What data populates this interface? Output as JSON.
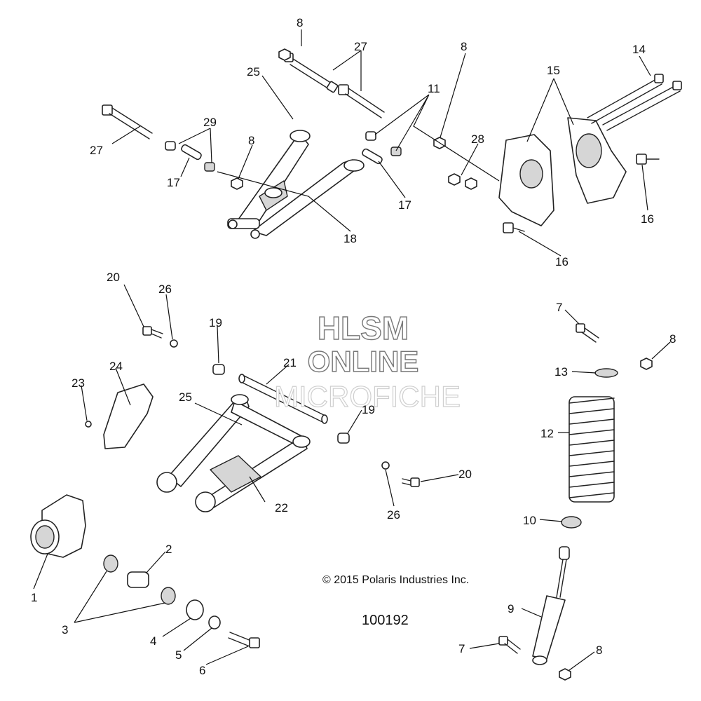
{
  "watermark": {
    "line1": "HLSM",
    "line2": "ONLINE",
    "line3": "MICROFICHE"
  },
  "copyright": "© 2015 Polaris Industries Inc.",
  "drawing_number": "100192",
  "callouts": {
    "c1": "1",
    "c2": "2",
    "c3": "3",
    "c4": "4",
    "c5": "5",
    "c6": "6",
    "c7a": "7",
    "c7b": "7",
    "c8a": "8",
    "c8b": "8",
    "c8c": "8",
    "c8d": "8",
    "c8e": "8",
    "c9": "9",
    "c10": "10",
    "c11": "11",
    "c12": "12",
    "c13": "13",
    "c14": "14",
    "c15": "15",
    "c16a": "16",
    "c16b": "16",
    "c17a": "17",
    "c17b": "17",
    "c18": "18",
    "c19a": "19",
    "c19b": "19",
    "c20a": "20",
    "c20b": "20",
    "c21": "21",
    "c22": "22",
    "c23": "23",
    "c24": "24",
    "c25a": "25",
    "c25b": "25",
    "c26a": "26",
    "c26b": "26",
    "c27a": "27",
    "c27b": "27",
    "c28": "28",
    "c29": "29"
  }
}
